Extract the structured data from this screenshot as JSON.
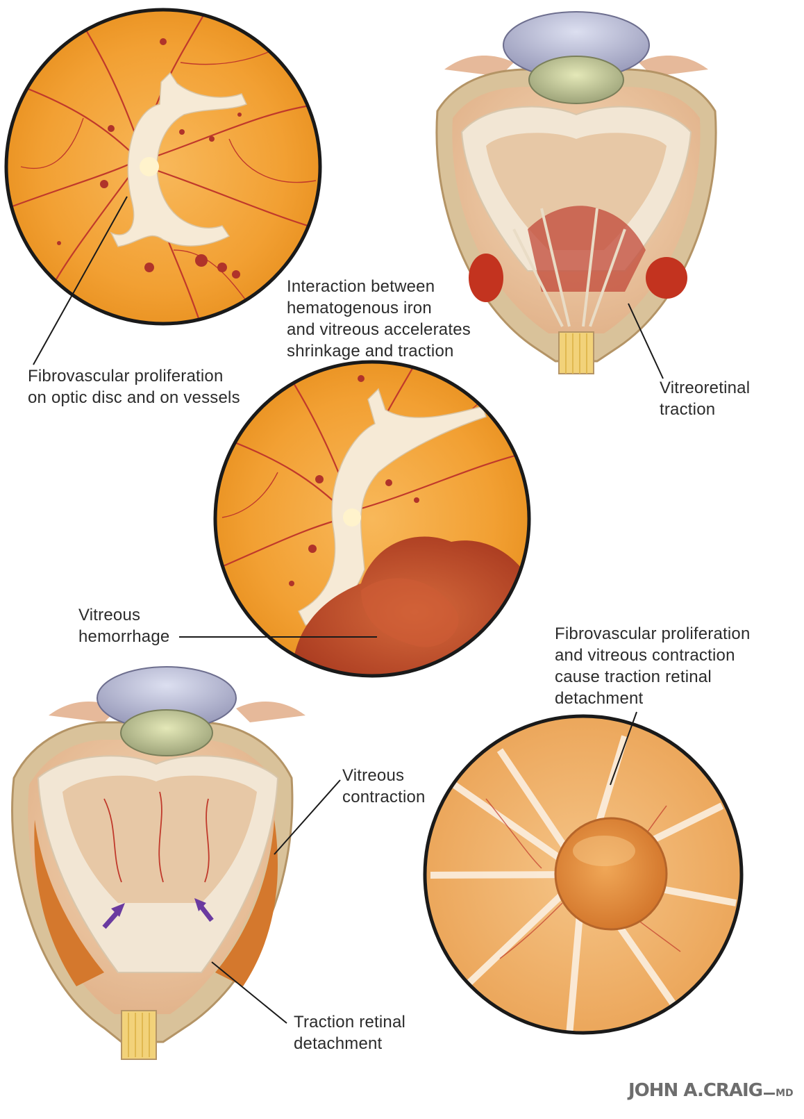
{
  "labels": {
    "fibrovascular_disc": [
      "Fibrovascular proliferation",
      "on optic disc and on vessels"
    ],
    "interaction": [
      "Interaction between",
      "hematogenous iron",
      "and vitreous accelerates",
      "shrinkage and traction"
    ],
    "vitreoretinal": [
      "Vitreoretinal",
      "traction"
    ],
    "vitreous_hemorrhage": [
      "Vitreous",
      "hemorrhage"
    ],
    "fibrovascular_contraction": [
      "Fibrovascular proliferation",
      "and vitreous contraction",
      "cause traction retinal",
      "detachment"
    ],
    "vitreous_contraction": [
      "Vitreous",
      "contraction"
    ],
    "traction_detachment": [
      "Traction retinal",
      "detachment"
    ]
  },
  "signature": {
    "name": "JOHN A.CRAIG",
    "suffix": "MD"
  },
  "colors": {
    "fundus_orange": "#f2a33a",
    "vessel_red": "#c0392b",
    "fibrous_white": "#f6ead6",
    "hemorrhage": "#b5472a",
    "sclera": "#d9c29a",
    "arrow_purple": "#6a3aa0"
  }
}
